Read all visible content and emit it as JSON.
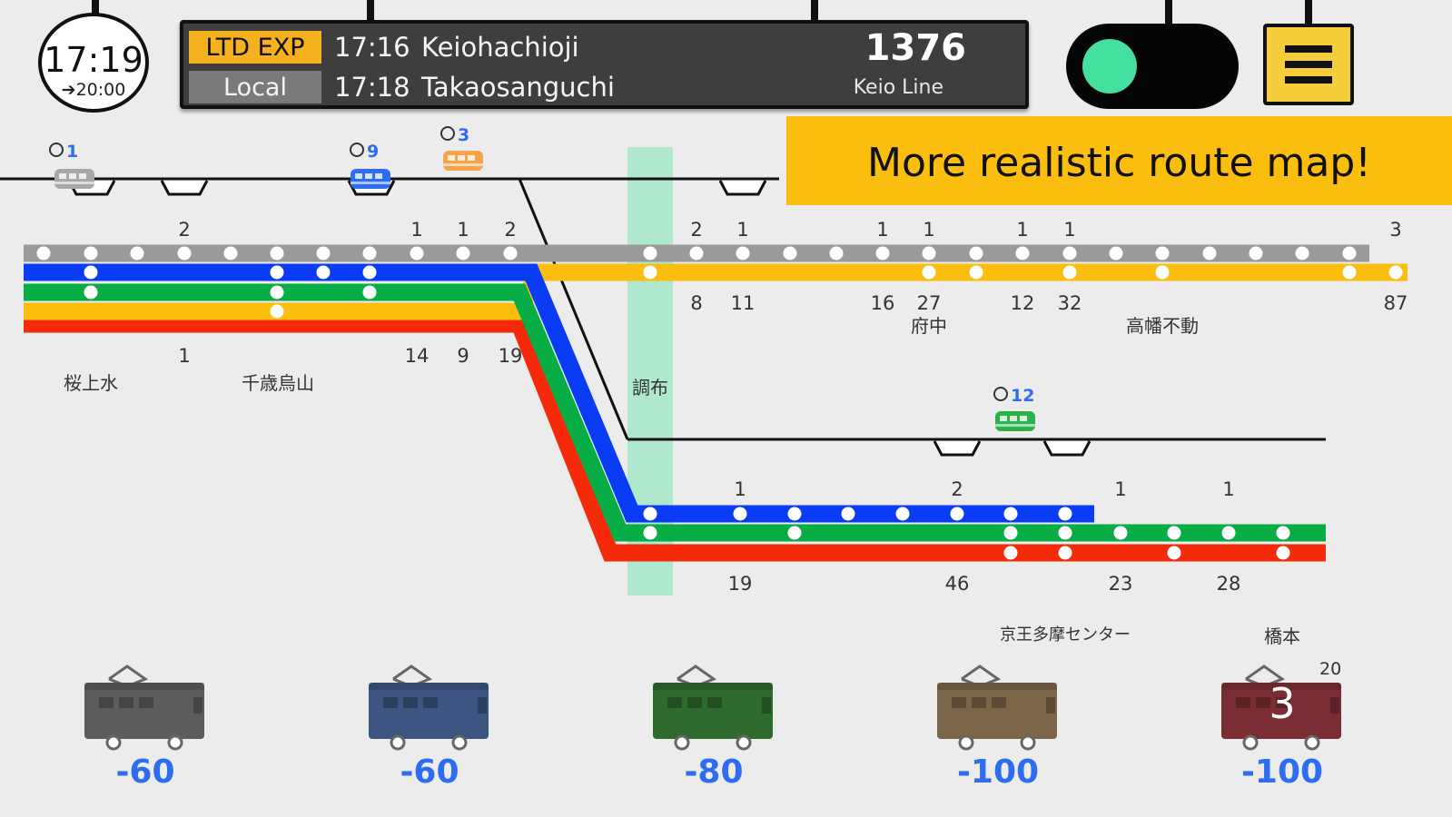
{
  "clock": {
    "time": "17:19",
    "limit": "➔20:00"
  },
  "departures": [
    {
      "type": "LTD EXP",
      "type_color": "#f5b21e",
      "type_text_color": "#111111",
      "time": "17:16",
      "destination": "Keiohachioji"
    },
    {
      "type": "Local",
      "type_color": "#7a7a7a",
      "type_text_color": "#f4f4f4",
      "time": "17:18",
      "destination": "Takaosanguchi"
    }
  ],
  "train_number": "1376",
  "line_name": "Keio Line",
  "signal": {
    "state": "green",
    "color": "#44e0a0"
  },
  "menu_icon": "hamburger-menu-icon",
  "banner": {
    "text": "More realistic  route map!",
    "color": "#fbbd0e"
  },
  "lines": {
    "gray": "#9a9a9a",
    "blue": "#0a3cf5",
    "green": "#08ad46",
    "yellow": "#fbbd0e",
    "red": "#f52a0a"
  },
  "trains": [
    {
      "timer": "1",
      "color": "#a8a8a8",
      "icon": "train-icon"
    },
    {
      "timer": "9",
      "color": "#2f6df0",
      "icon": "train-icon"
    },
    {
      "timer": "3",
      "color": "#f5a44a",
      "icon": "train-icon"
    },
    {
      "timer": "12",
      "color": "#2ab34a",
      "icon": "train-icon"
    }
  ],
  "station_names": [
    {
      "text": "桜上水"
    },
    {
      "text": "千歳烏山"
    },
    {
      "text": "調布"
    },
    {
      "text": "府中"
    },
    {
      "text": "高幡不動"
    },
    {
      "text": "京王多摩センター"
    },
    {
      "text": "橋本"
    }
  ],
  "waiting_counts": {
    "main_top": [
      "2",
      "1",
      "1",
      "2",
      "2",
      "1",
      "1",
      "1",
      "1",
      "1",
      "3"
    ],
    "main_bottom": [
      "1",
      "14",
      "9",
      "19",
      "8",
      "11",
      "16",
      "27",
      "12",
      "32",
      "87"
    ],
    "branch_top": [
      "1",
      "2",
      "1",
      "1"
    ],
    "branch_bottom": [
      "19",
      "46",
      "23",
      "28"
    ]
  },
  "cars": [
    {
      "cost": "-60",
      "color": "#5c5c5c",
      "icon": "train-car-icon"
    },
    {
      "cost": "-60",
      "color": "#3d5580",
      "icon": "train-car-icon"
    },
    {
      "cost": "-80",
      "color": "#2e6a2e",
      "icon": "train-car-icon"
    },
    {
      "cost": "-100",
      "color": "#7a6548",
      "icon": "train-car-icon"
    },
    {
      "cost": "-100",
      "color": "#7a2e34",
      "icon": "train-car-icon",
      "badge": "3",
      "stock": "20"
    }
  ]
}
